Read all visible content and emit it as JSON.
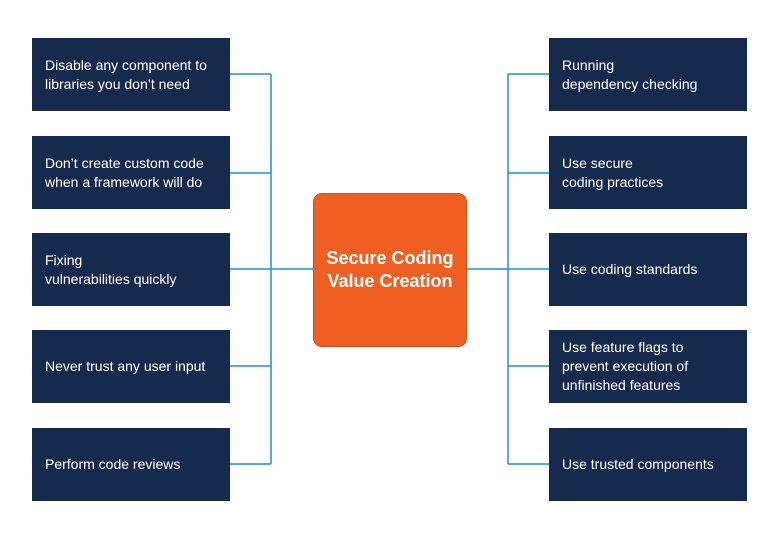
{
  "center": {
    "label": "Secure Coding\nValue Creation",
    "color": "#f05f22"
  },
  "left_items": [
    {
      "label": "Disable any component to\nlibraries you don’t need"
    },
    {
      "label": "Don’t create custom code\nwhen a framework will do"
    },
    {
      "label": "Fixing\nvulnerabilities quickly"
    },
    {
      "label": "Never trust any user input"
    },
    {
      "label": "Perform code reviews"
    }
  ],
  "right_items": [
    {
      "label": "Running\ndependency checking"
    },
    {
      "label": "Use secure\ncoding practices"
    },
    {
      "label": "Use coding standards"
    },
    {
      "label": "Use feature flags to\nprevent execution of\nunfinished features"
    },
    {
      "label": "Use trusted components"
    }
  ],
  "colors": {
    "box": "#152a4d",
    "connector": "#1e8fd6",
    "center": "#f05f22"
  }
}
